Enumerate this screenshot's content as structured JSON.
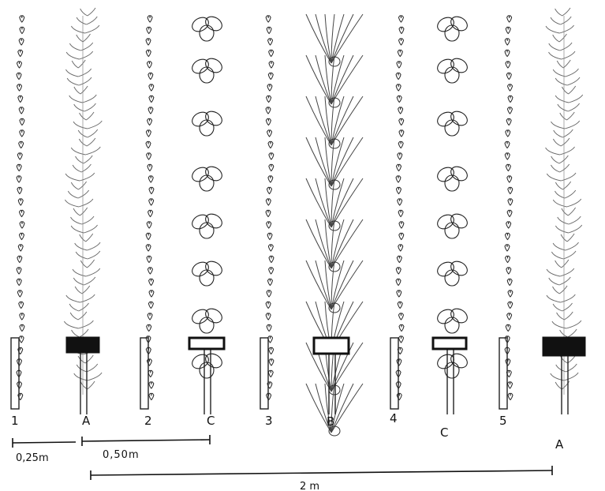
{
  "rows": [
    {
      "label": "1",
      "kind": "small"
    },
    {
      "label": "A",
      "kind": "feathery"
    },
    {
      "label": "2",
      "kind": "small"
    },
    {
      "label": "C",
      "kind": "clover"
    },
    {
      "label": "3",
      "kind": "small"
    },
    {
      "label": "B",
      "kind": "grass"
    },
    {
      "label": "4",
      "kind": "small"
    },
    {
      "label": "C",
      "kind": "clover"
    },
    {
      "label": "5",
      "kind": "small"
    },
    {
      "label": "A",
      "kind": "feathery"
    }
  ],
  "dimensions": {
    "row_gap_small": "0,25m",
    "row_gap_large": "0,50m",
    "total_width": "2 m"
  }
}
